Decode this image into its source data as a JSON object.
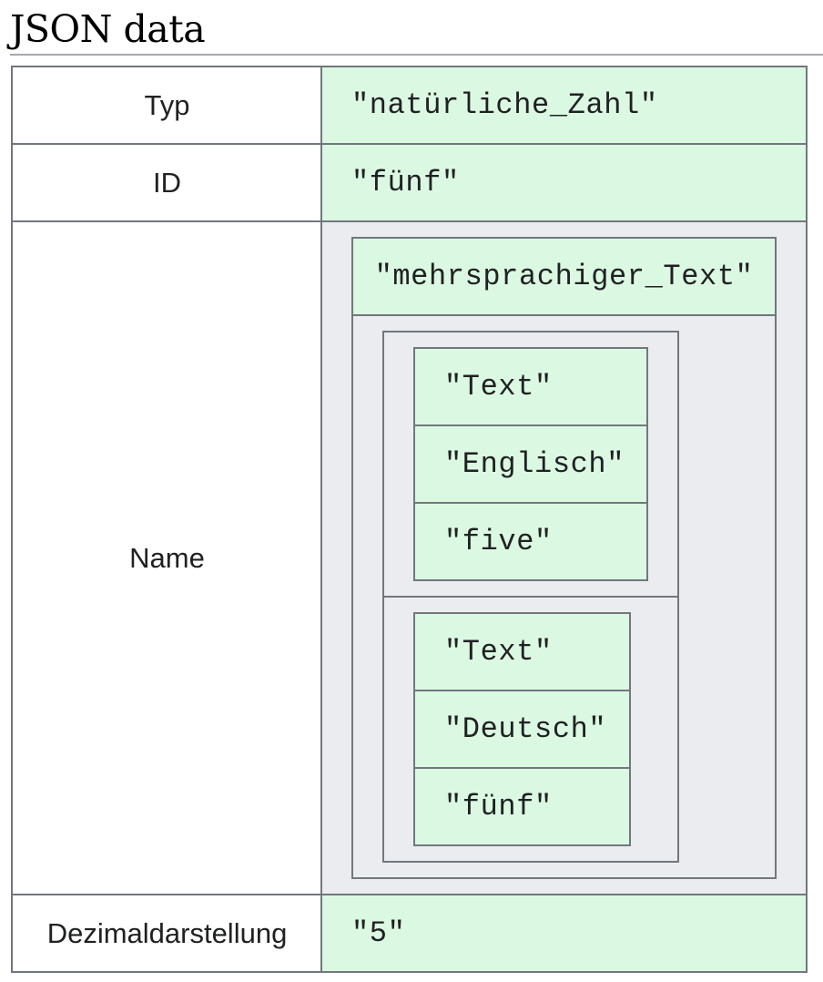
{
  "heading": "JSON data",
  "rows": {
    "typ": {
      "key": "Typ",
      "value": "\"natürliche_Zahl\""
    },
    "id": {
      "key": "ID",
      "value": "\"fünf\""
    },
    "name": {
      "key": "Name",
      "type_value": "\"mehrsprachiger_Text\"",
      "entries": [
        {
          "type": "\"Text\"",
          "language": "\"Englisch\"",
          "text": "\"five\""
        },
        {
          "type": "\"Text\"",
          "language": "\"Deutsch\"",
          "text": "\"fünf\""
        }
      ]
    },
    "dezimal": {
      "key": "Dezimaldarstellung",
      "value": "\"5\""
    }
  }
}
